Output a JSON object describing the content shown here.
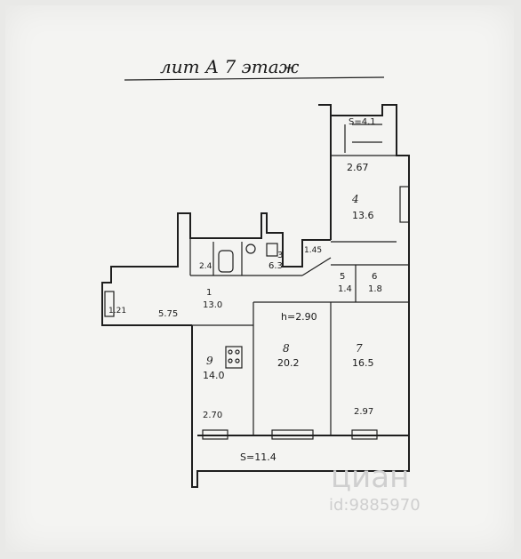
{
  "title": "лит А  7 этаж",
  "watermark": {
    "brand": "циан",
    "code": "id:9885970"
  },
  "labels": {
    "stair_area": "S=4.1",
    "top_width": "2.67",
    "room4_no": "4",
    "room4_area": "13.6",
    "bath_area": "2.4",
    "wc_no": "3",
    "wc_area": "6.3",
    "corr_dim": "1.45",
    "room5_no": "5",
    "room5_area": "1.4",
    "room6_no": "6",
    "room6_area": "1.8",
    "hall_no": "1",
    "hall_area": "13.0",
    "hall_len": "5.75",
    "entry_dim": "1.21",
    "ceiling": "h=2.90",
    "room9_no": "9",
    "room9_area": "14.0",
    "room8_no": "8",
    "room8_area": "20.2",
    "room7_no": "7",
    "room7_area": "16.5",
    "w1": "2.70",
    "w2": "2.97",
    "balcony_area": "S=11.4"
  }
}
